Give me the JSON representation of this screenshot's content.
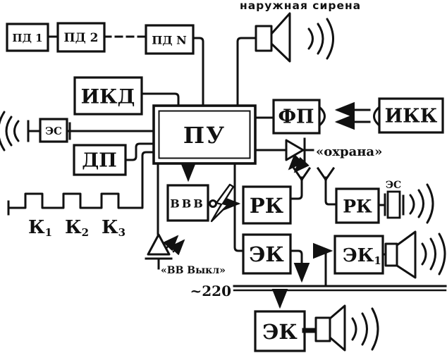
{
  "diagram": {
    "type": "block-diagram",
    "background": "#ffffff",
    "ink": "#111111",
    "blocks": {
      "pd1": "ПД 1",
      "pd2": "ПД 2",
      "pdn": "ПД N",
      "ikd": "ИКД",
      "es_mic": "ЭС",
      "dp": "ДП",
      "pu": "ПУ",
      "fp": "ФП",
      "ikk": "ИКК",
      "vvv": "ВВВ",
      "rk_tx": "РК",
      "rk_rx": "РК",
      "es_sounder": "ЭС",
      "ek_tx": "ЭК",
      "ek1": {
        "base": "ЭК",
        "sub": "1"
      },
      "ek_rx": "ЭК"
    },
    "annotations": {
      "siren": "наружная сирена",
      "guard": "«охрана»",
      "vv_off": "«ВВ Выкл»",
      "mains": "~220"
    },
    "k_contacts": {
      "base": "К",
      "subs": [
        "1",
        "2",
        "3"
      ]
    }
  }
}
